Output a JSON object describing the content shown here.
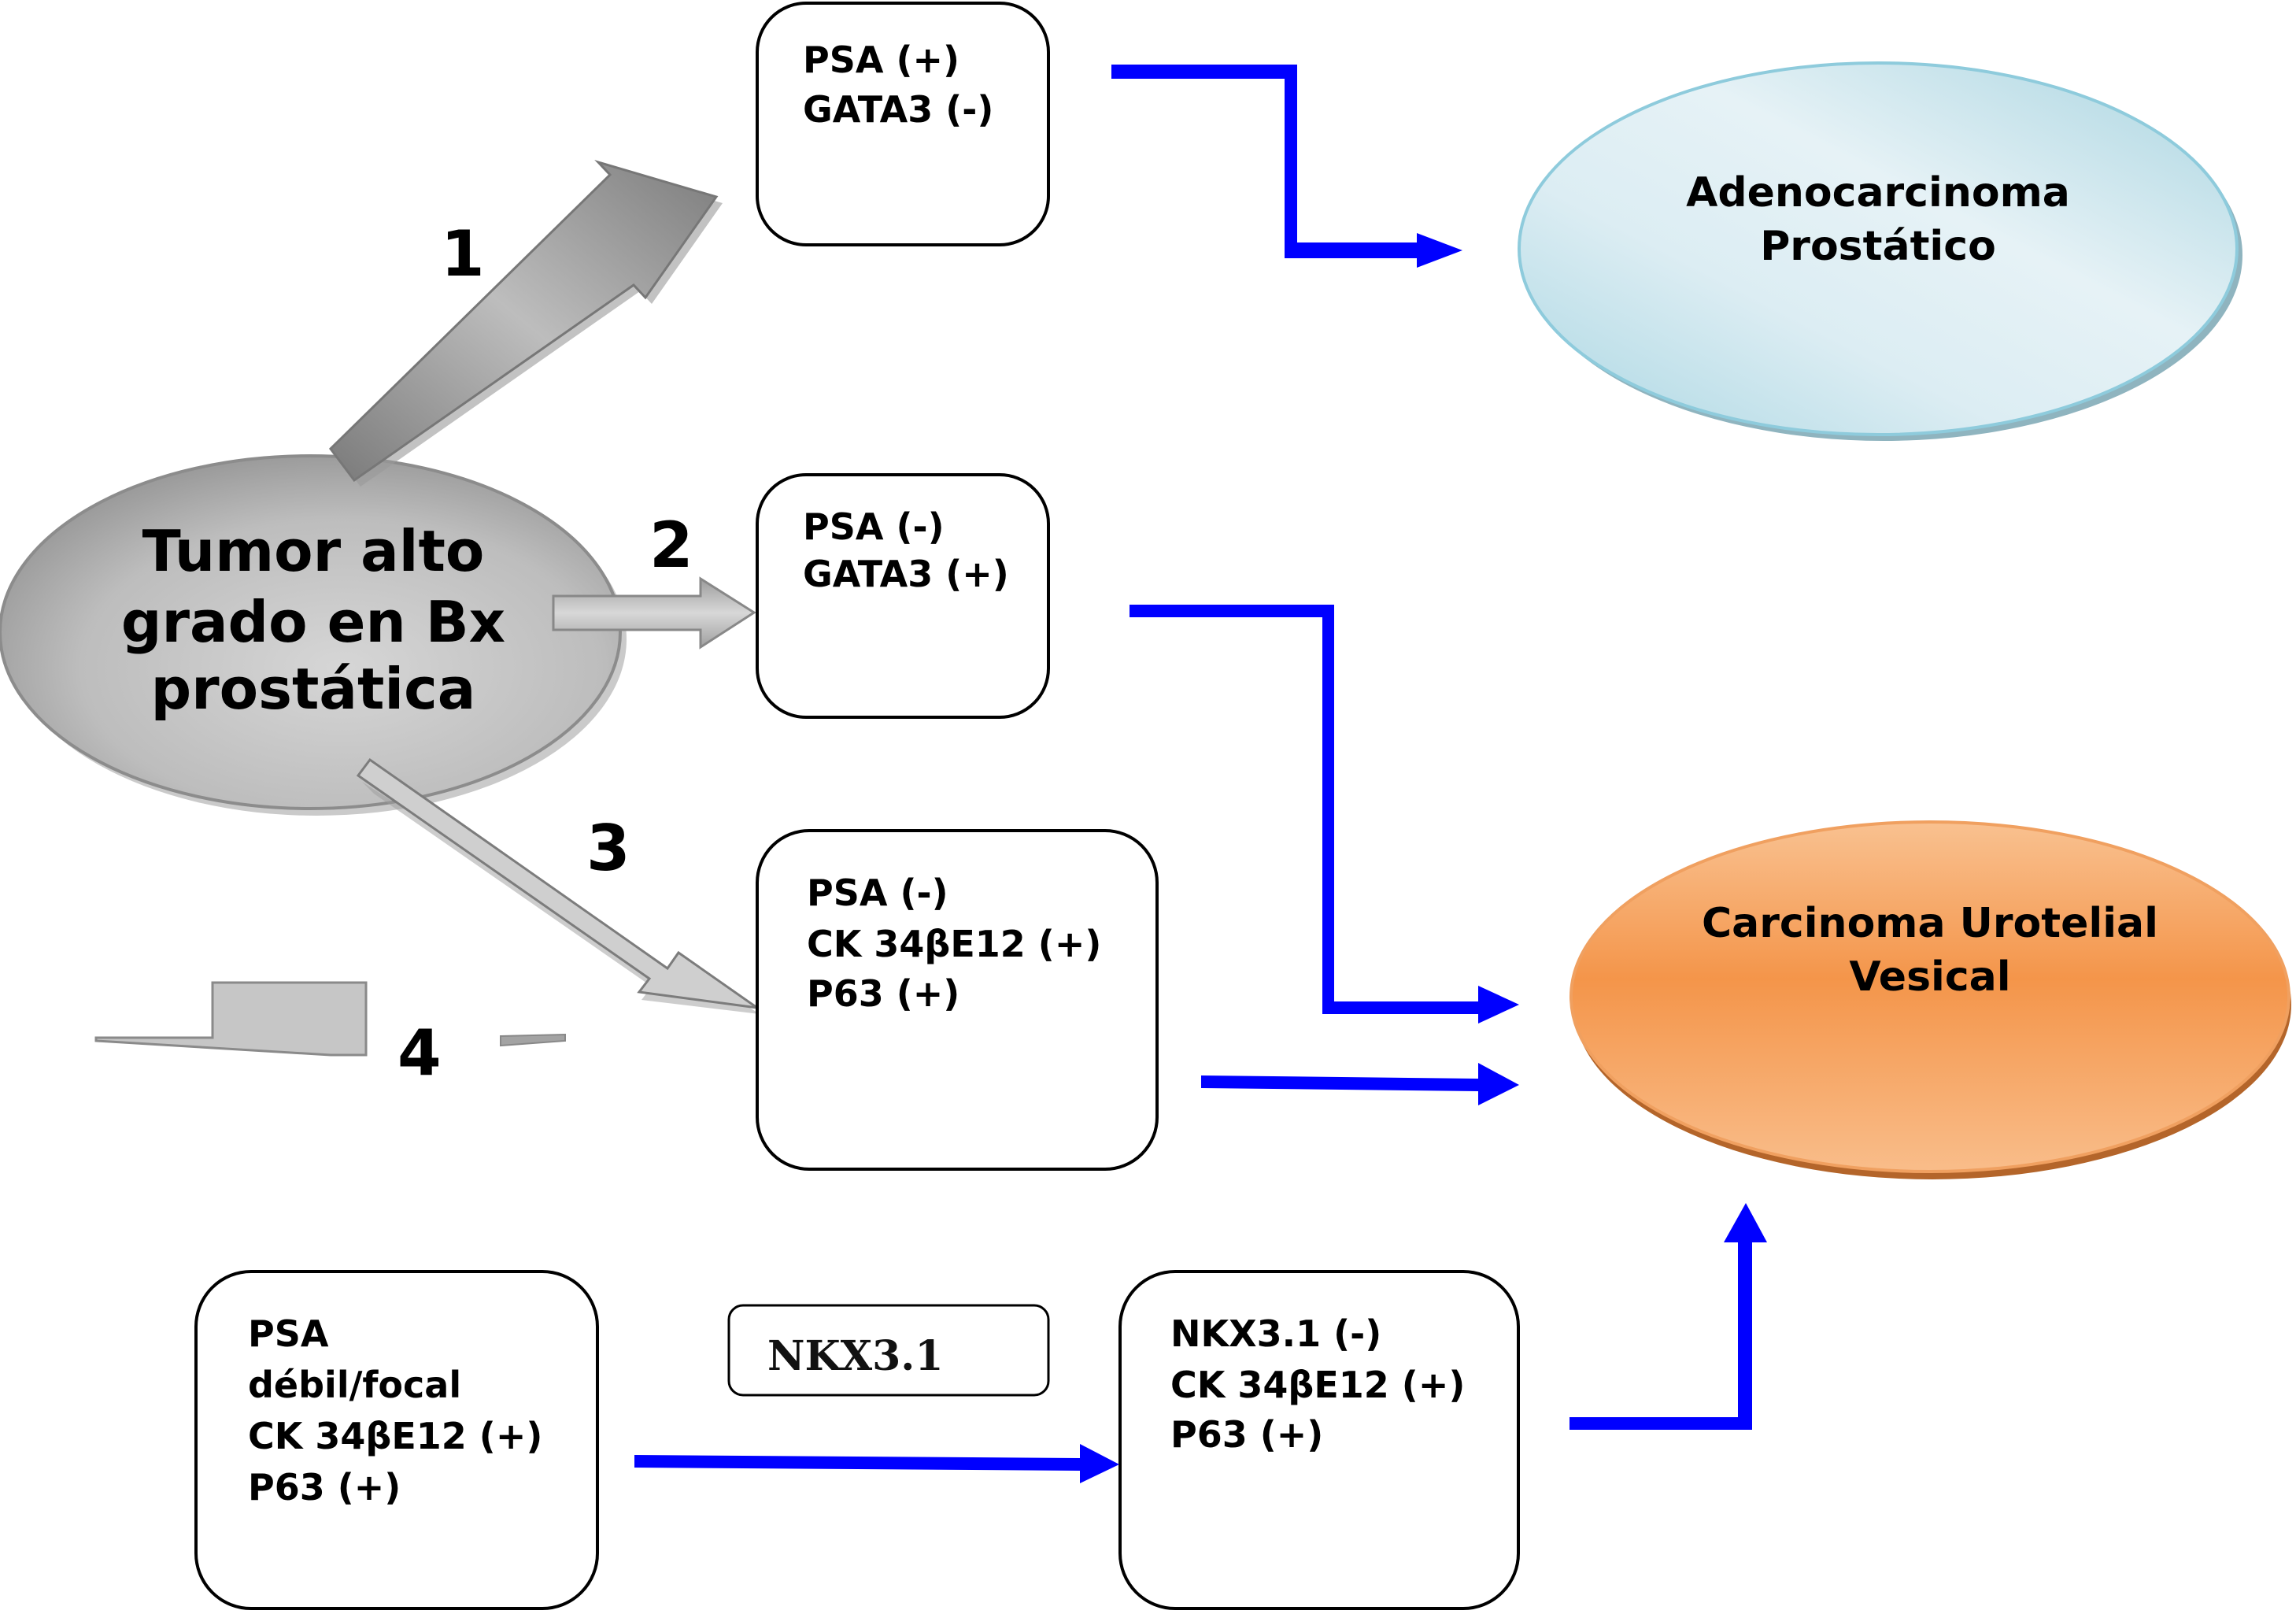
{
  "colors": {
    "connector": "#0000ff",
    "box_stroke": "#000000",
    "start_node_fill": "#b0b0b0",
    "adeno_fill": "#cfe8f0",
    "urothelial_fill": "#f4984c"
  },
  "start_node": {
    "lines": [
      "Tumor alto",
      "grado en Bx",
      "prostática"
    ]
  },
  "paths": [
    {
      "number": "1"
    },
    {
      "number": "2"
    },
    {
      "number": "3"
    },
    {
      "number": "4"
    }
  ],
  "boxes": {
    "path1": {
      "lines": [
        "PSA (+)",
        "GATA3 (-)"
      ]
    },
    "path2": {
      "lines": [
        "PSA (-)",
        "GATA3 (+)"
      ]
    },
    "path3": {
      "lines": [
        "PSA (-)",
        "CK 34βE12 (+)",
        "P63 (+)"
      ]
    },
    "path4_start": {
      "lines": [
        "PSA",
        "débil/focal",
        "CK 34βE12 (+)",
        "P63 (+)"
      ]
    },
    "path4_test": {
      "label": "NKX3.1"
    },
    "path4_result": {
      "lines": [
        "NKX3.1 (-)",
        "CK 34βE12 (+)",
        "P63 (+)"
      ]
    }
  },
  "outcomes": {
    "adenocarcinoma": {
      "lines": [
        "Adenocarcinoma",
        "Prostático"
      ]
    },
    "urothelial": {
      "lines": [
        "Carcinoma Urotelial",
        "Vesical"
      ]
    }
  }
}
